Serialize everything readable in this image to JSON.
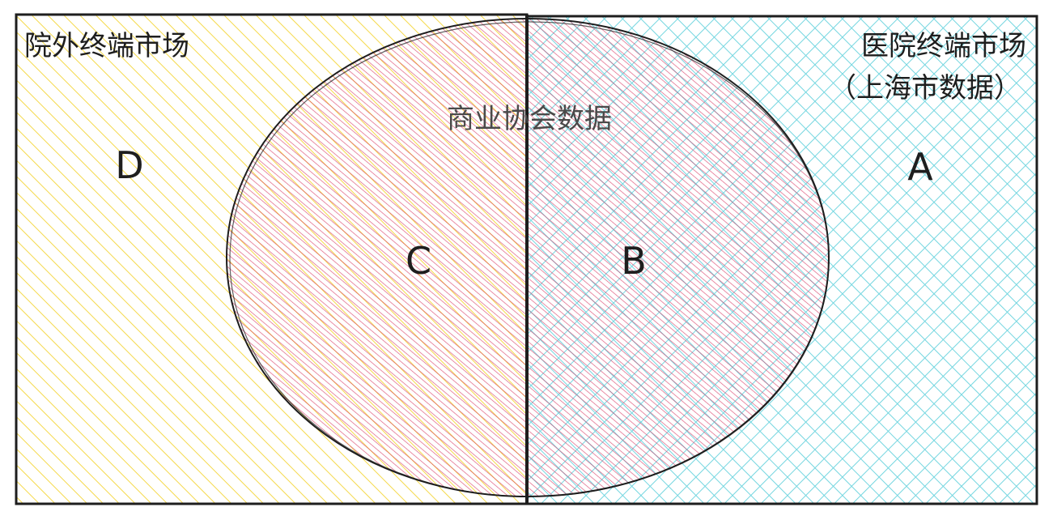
{
  "diagram": {
    "left_region_label": "院外终端市场",
    "right_region_label_line1": "医院终端市场",
    "right_region_label_line2": "（上海市数据）",
    "ellipse_label": "商业协会数据",
    "region_letters": {
      "a": "A",
      "b": "B",
      "c": "C",
      "d": "D"
    }
  },
  "colors": {
    "left_hatch": "#f5d94a",
    "right_hatch": "#74d6e0",
    "ellipse_hatch": "#d9416a",
    "outline": "#1e1e1e"
  }
}
